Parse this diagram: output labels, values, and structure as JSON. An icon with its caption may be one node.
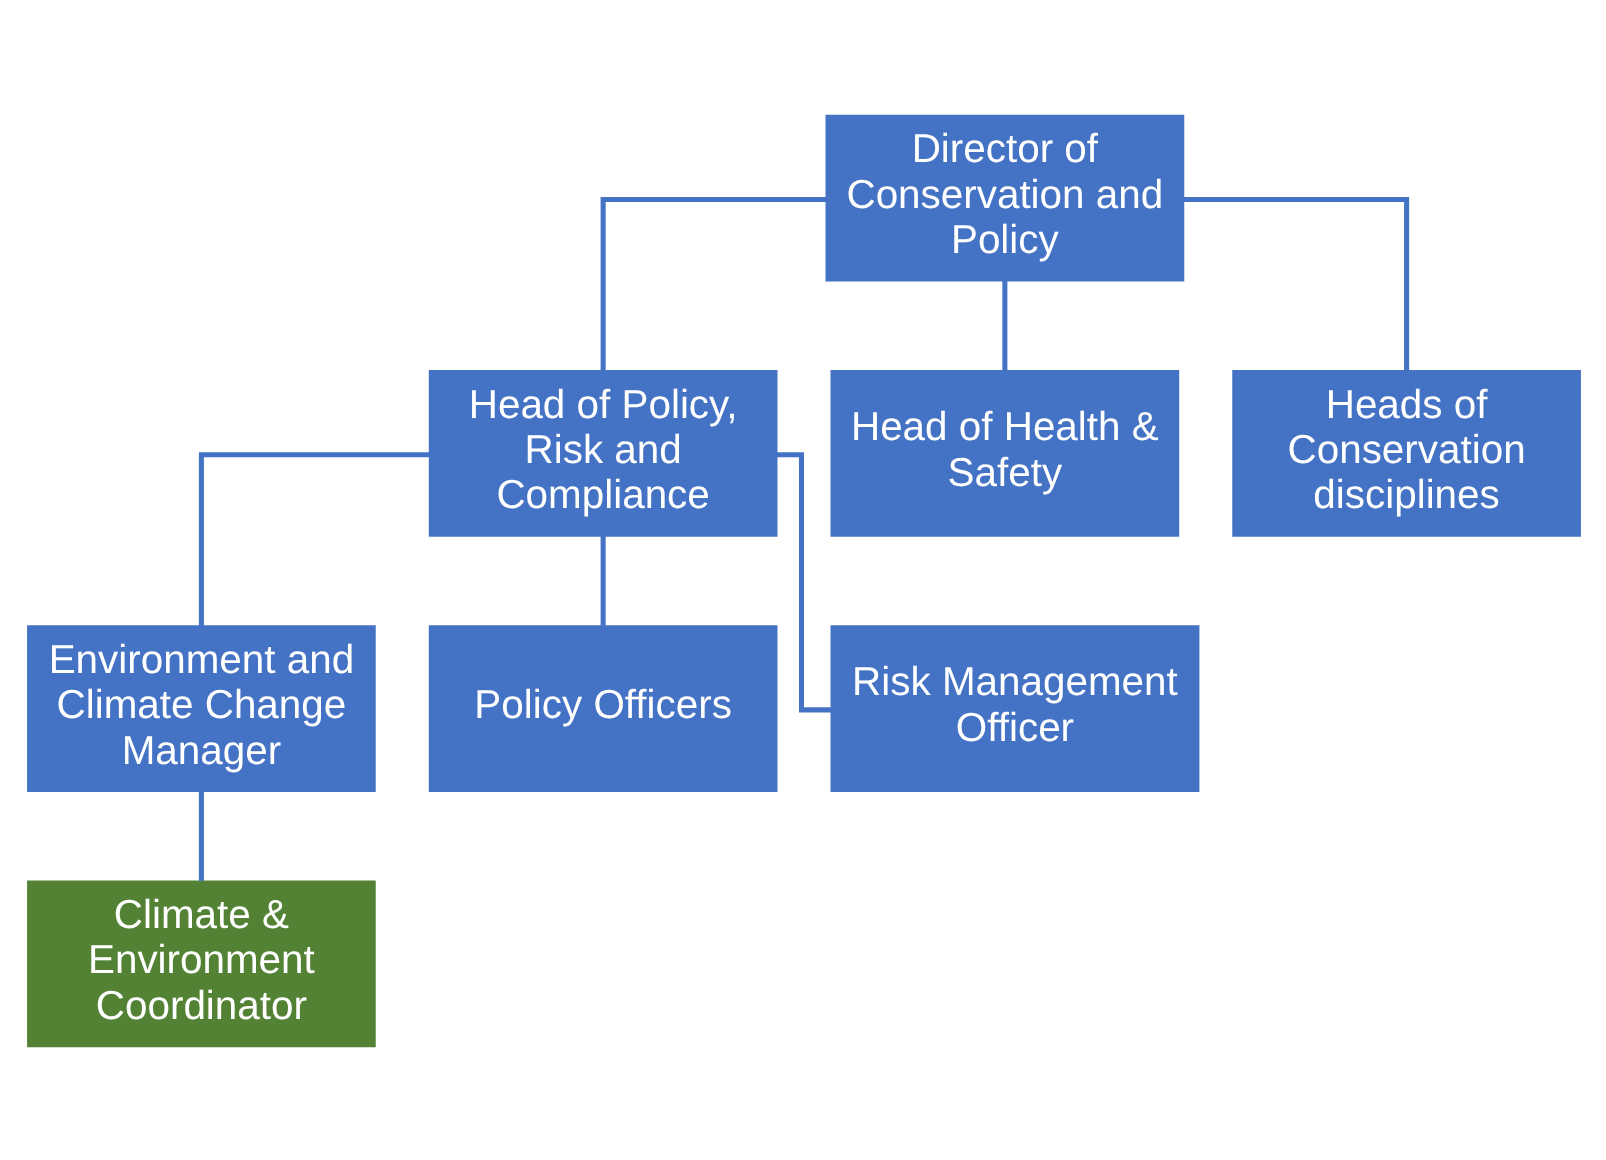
{
  "diagram": {
    "nodes": [
      {
        "text": [
          "Director of Conservation and Policy"
        ]
      },
      {
        "text": [
          "Head of Policy, Risk and Compliance"
        ]
      },
      {
        "text": [
          "Head of Health & Safety"
        ]
      },
      {
        "text": [
          "Heads of Conservation disciplines"
        ]
      },
      {
        "text": [
          "Environment and Climate Change Manager"
        ]
      },
      {
        "text": [
          "Climate & Environment Coordinator"
        ]
      },
      {
        "text": [
          "Policy Officers"
        ]
      },
      {
        "text": [
          "Risk Management Officer"
        ]
      }
    ],
    "edges": [
      {
        "from": 0,
        "to": 1,
        "arrow": "none"
      },
      {
        "from": 0,
        "to": 2,
        "arrow": "none"
      },
      {
        "from": 0,
        "to": 3,
        "arrow": "none"
      },
      {
        "from": 1,
        "to": 4,
        "arrow": "none"
      },
      {
        "from": 1,
        "to": 6,
        "arrow": "none"
      },
      {
        "from": 1,
        "to": 7,
        "arrow": "none"
      },
      {
        "from": 4,
        "to": 5,
        "arrow": "none"
      }
    ]
  }
}
